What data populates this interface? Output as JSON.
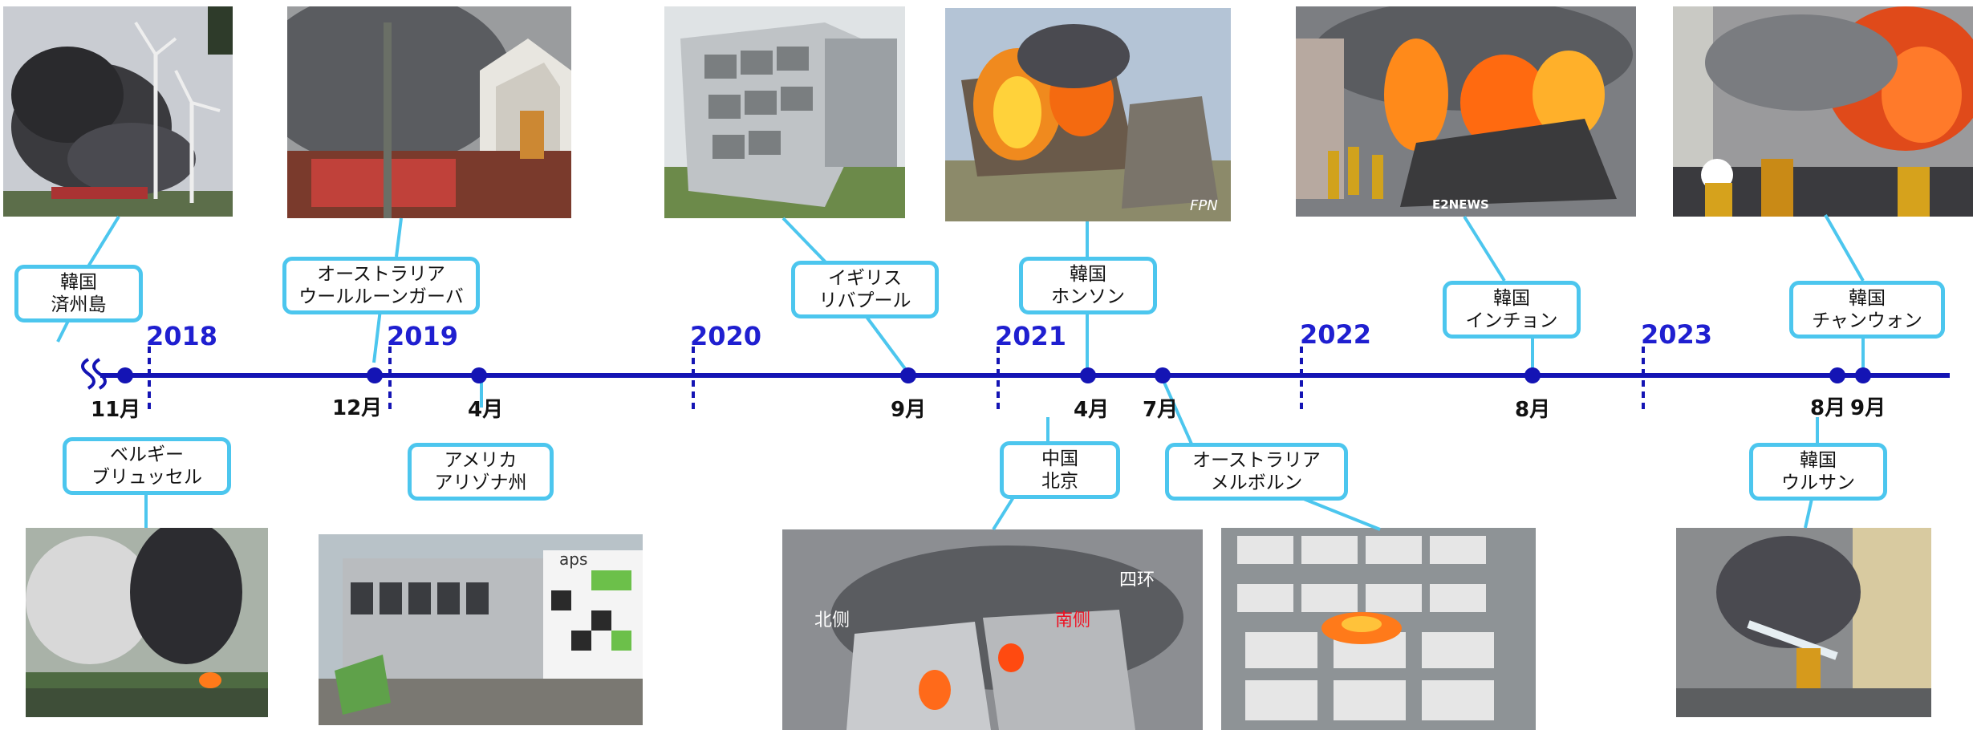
{
  "timeline": {
    "line_color": "#1414b4",
    "connector_color": "#4cc6ee",
    "years": [
      "2018",
      "2019",
      "2020",
      "2021",
      "2022",
      "2023"
    ],
    "months": [
      "11月",
      "12月",
      "4月",
      "9月",
      "4月",
      "7月",
      "8月",
      "8月",
      "9月"
    ]
  },
  "events": {
    "jeju": [
      "韓国",
      "済州島"
    ],
    "brussels": [
      "ベルギー",
      "ブリュッセル"
    ],
    "australia_2019": [
      "オーストラリア",
      "ウールルーンガーバ"
    ],
    "arizona": [
      "アメリカ",
      "アリゾナ州"
    ],
    "liverpool": [
      "イギリス",
      "リバプール"
    ],
    "hongseong": [
      "韓国",
      "ホンソン"
    ],
    "beijing": [
      "中国",
      "北京"
    ],
    "melbourne": [
      "オーストラリア",
      "メルボルン"
    ],
    "incheon": [
      "韓国",
      "インチョン"
    ],
    "changwon": [
      "韓国",
      "チャンウォン"
    ],
    "ulsan": [
      "韓国",
      "ウルサン"
    ]
  },
  "photo_captions": {
    "fpn": "FPN",
    "e2news": "E2NEWS",
    "aps": "aps",
    "beijing_north": "北侧",
    "beijing_south": "南侧",
    "beijing_ring": "四环"
  },
  "icons": {
    "break": "wavy-break-icon"
  }
}
